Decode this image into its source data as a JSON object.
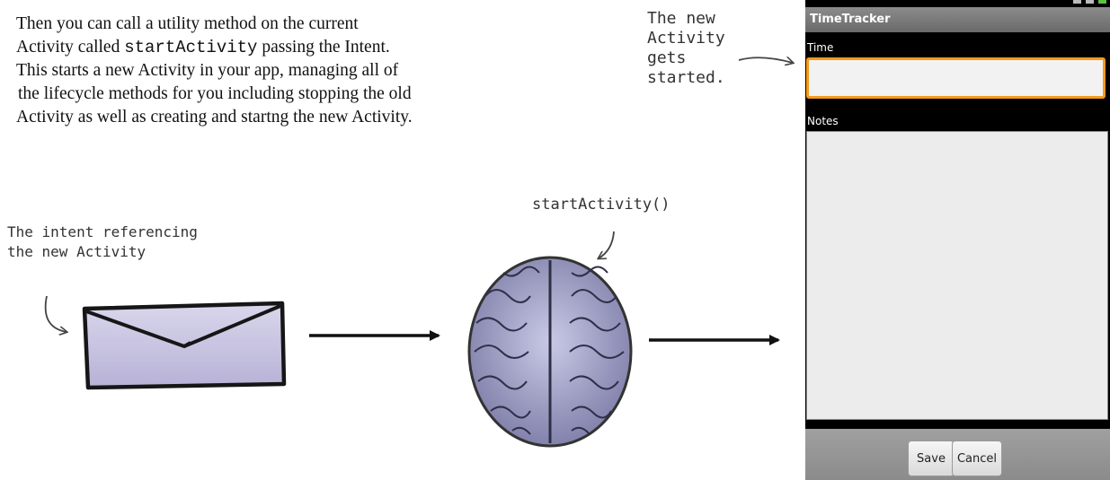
{
  "paragraph": {
    "line1": "Then you can call a utility method on the current",
    "line2_pre": "Activity called ",
    "line2_code": "startActivity",
    "line2_post": " passing the Intent.",
    "line3": "This starts a new Activity in your app, managing all of",
    "line4": "the lifecycle methods for you including stopping the old",
    "line5": "Activity as well as creating and startng the new Activity."
  },
  "annotations": {
    "new_activity": [
      "The new",
      "Activity",
      "gets",
      "started."
    ],
    "intent": [
      "The intent referencing",
      "the new Activity"
    ],
    "start_activity": "startActivity()"
  },
  "phone": {
    "title": "TimeTracker",
    "time_label": "Time",
    "time_value": "",
    "notes_label": "Notes",
    "notes_value": "",
    "save_label": "Save",
    "cancel_label": "Cancel",
    "colors": {
      "focus_border": "#f39a1d",
      "title_bar": "#7a7a7a",
      "battery": "#5fbf3f"
    }
  },
  "icons": [
    "envelope-icon",
    "brain-icon",
    "arrow-right-icon"
  ]
}
